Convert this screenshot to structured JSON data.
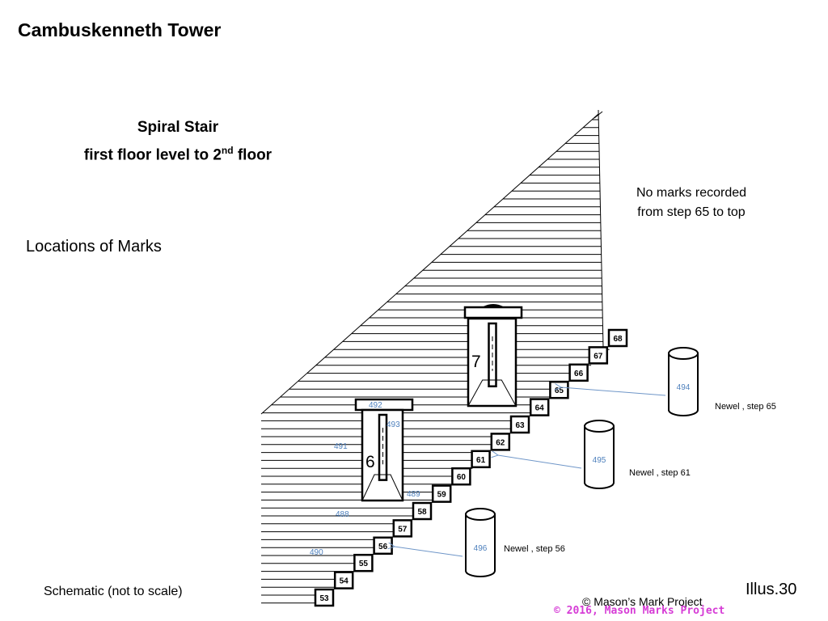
{
  "title": "Cambuskenneth Tower",
  "subtitle_line1": "Spiral Stair",
  "subtitle_line2_pre": "first floor level to 2",
  "subtitle_line2_sup": "nd",
  "subtitle_line2_post": " floor",
  "locations_label": "Locations of Marks",
  "no_marks_line1": "No marks recorded",
  "no_marks_line2": "from step 65 to top",
  "schematic_note": "Schematic (not to scale)",
  "illustration_label": "Illus.30",
  "copyright_line1": "© Mason’s Mark Project",
  "copyright_line2": "© 2016, Mason Marks Project",
  "steps": [
    "53",
    "54",
    "55",
    "56",
    "57",
    "58",
    "59",
    "60",
    "61",
    "62",
    "63",
    "64",
    "65",
    "66",
    "67",
    "68"
  ],
  "windows": [
    {
      "number": "6"
    },
    {
      "number": "7"
    }
  ],
  "marks": [
    "488",
    "489",
    "490",
    "491",
    "492",
    "493",
    "494",
    "495",
    "496"
  ],
  "newels": [
    {
      "mark": "494",
      "label": "Newel , step 65"
    },
    {
      "mark": "495",
      "label": "Newel , step 61"
    },
    {
      "mark": "496",
      "label": "Newel , step 56"
    }
  ],
  "colors": {
    "mark_blue": "#4f81bd",
    "arrow_blue": "#6f96c8",
    "copyright_magenta": "#d63cd6"
  }
}
